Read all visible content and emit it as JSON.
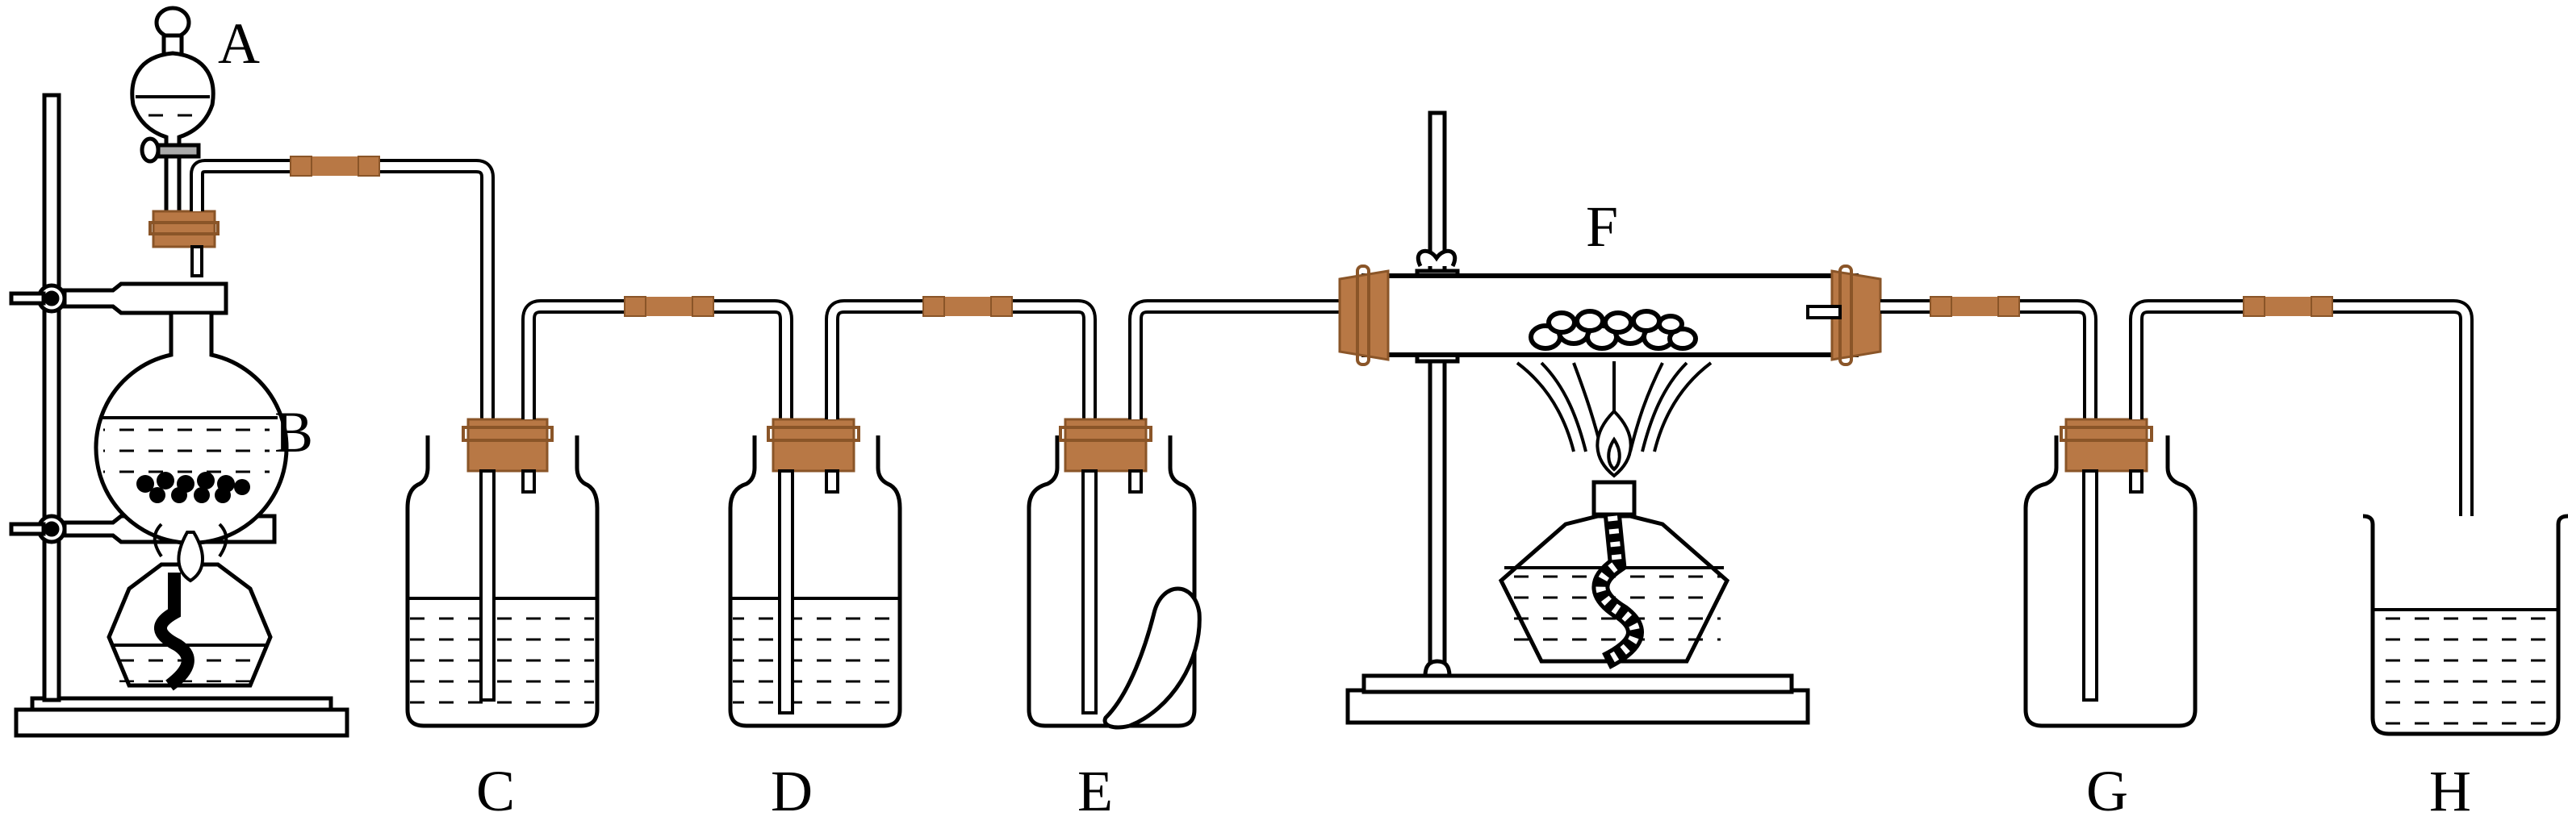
{
  "labels": {
    "A": "A",
    "B": "B",
    "C": "C",
    "D": "D",
    "E": "E",
    "F": "F",
    "G": "G",
    "H": "H"
  },
  "colors": {
    "line": "#000000",
    "stopper": "#b87845",
    "stopper_edge": "#8a5528",
    "background": "#ffffff"
  }
}
